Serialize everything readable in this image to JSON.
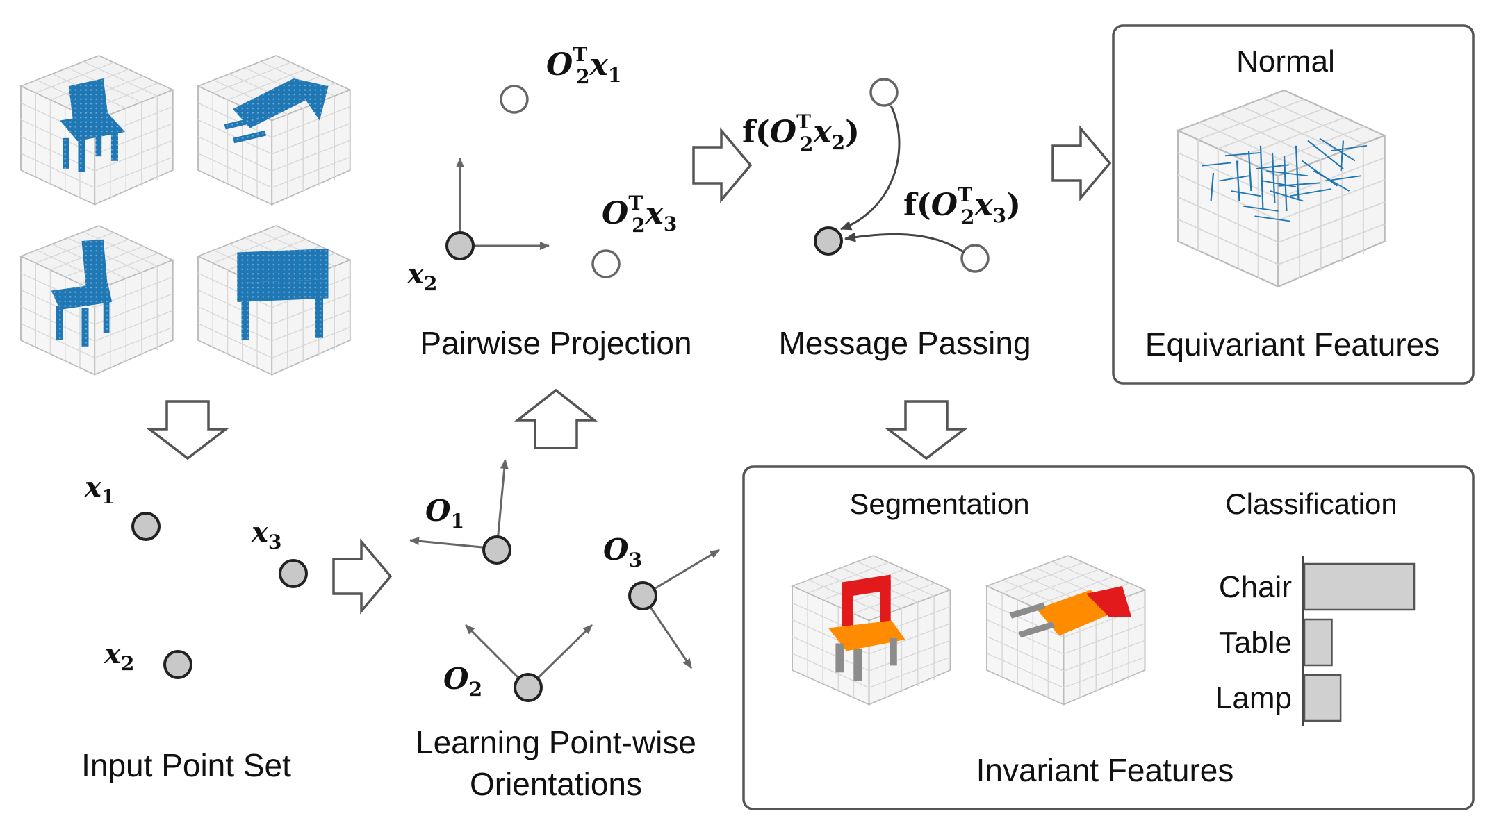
{
  "labels": {
    "input_point_set": "Input Point Set",
    "learning_orientations_line1": "Learning Point-wise",
    "learning_orientations_line2": "Orientations",
    "pairwise_projection": "Pairwise Projection",
    "message_passing": "Message Passing",
    "equivariant_features": "Equivariant Features",
    "normal": "Normal",
    "invariant_features": "Invariant Features",
    "segmentation": "Segmentation",
    "classification": "Classification"
  },
  "math": {
    "x1": "x",
    "x1_sub": "1",
    "x2": "x",
    "x2_sub": "2",
    "x3": "x",
    "x3_sub": "3",
    "O1": "O",
    "O1_sub": "1",
    "O2": "O",
    "O2_sub": "2",
    "O3": "O",
    "O3_sub": "3",
    "proj_O2T_x1": "O",
    "proj_O2T_x1_sub": "2",
    "proj_O2T_x1_sup": "T",
    "proj_O2T_x1_vec": "x",
    "proj_O2T_x1_vec_sub": "1",
    "proj_O2T_x3_vec_sub": "3",
    "f_open": "f(",
    "f_close": ")"
  },
  "classification": {
    "categories": [
      "Chair",
      "Table",
      "Lamp"
    ],
    "values": [
      1.0,
      0.25,
      0.33
    ]
  },
  "colors": {
    "point_cloud_blue": "#1f77b4",
    "segment_red": "#e31a1c",
    "segment_orange": "#ff8c00",
    "segment_gray": "#8c8c8c",
    "bar_fill": "#d0d0d0",
    "node_fill": "#c8c8c8"
  }
}
